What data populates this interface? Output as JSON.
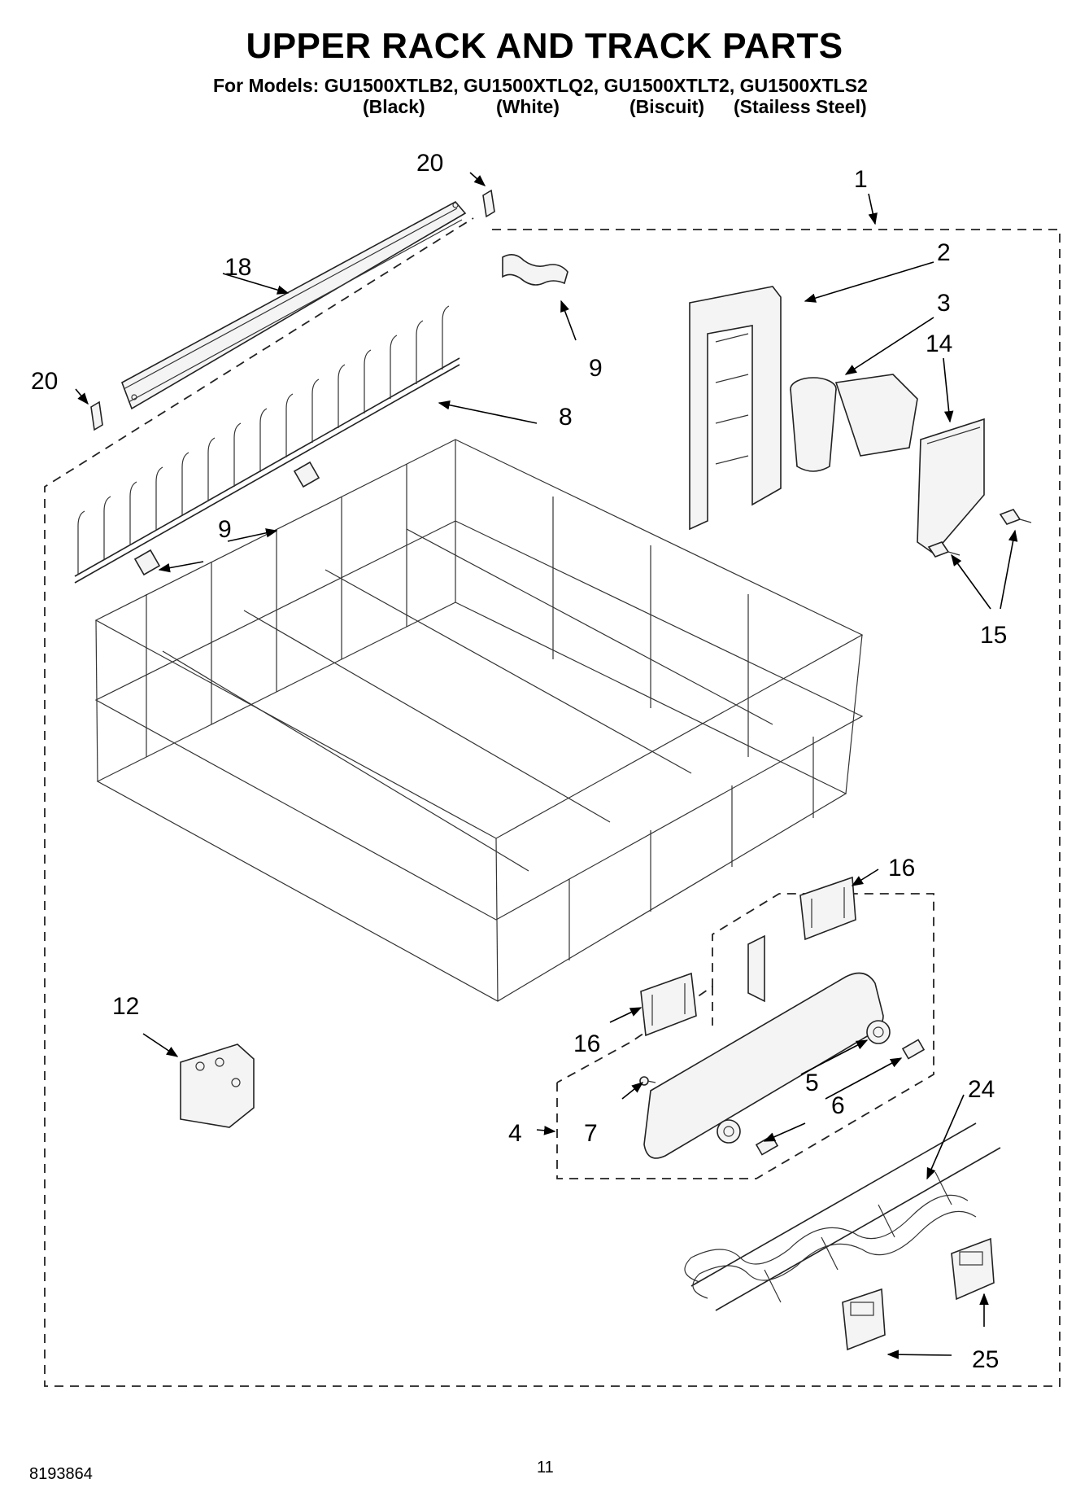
{
  "title": "UPPER RACK AND TRACK PARTS",
  "models_line": "For Models: GU1500XTLB2, GU1500XTLQ2, GU1500XTLT2, GU1500XTLS2",
  "model_colors": [
    "(Black)",
    "(White)",
    "(Biscuit)",
    "(Stailess Steel)"
  ],
  "callouts": {
    "c1": "1",
    "c2": "2",
    "c3": "3",
    "c4": "4",
    "c5": "5",
    "c6": "6",
    "c7": "7",
    "c8": "8",
    "c9a": "9",
    "c9b": "9",
    "c12": "12",
    "c14": "14",
    "c15": "15",
    "c16a": "16",
    "c16b": "16",
    "c18": "18",
    "c20a": "20",
    "c20b": "20",
    "c24": "24",
    "c25": "25"
  },
  "footer": {
    "part_number": "8193864",
    "page_number": "11"
  }
}
